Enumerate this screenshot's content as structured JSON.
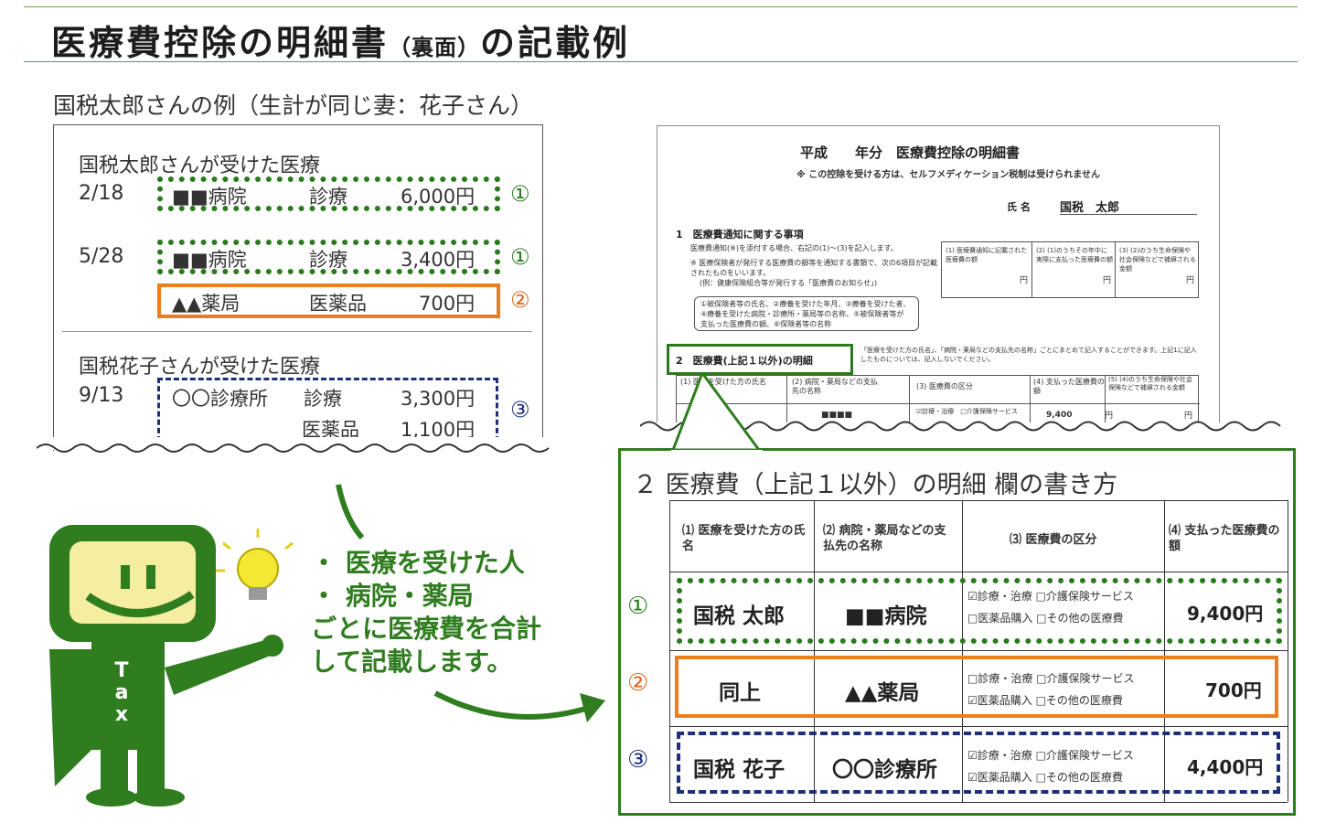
{
  "header": {
    "title_main": "医療費控除の明細書",
    "title_paren": "（裏面）",
    "title_suffix": "の記載例",
    "subtitle": "国税太郎さんの例（生計が同じ妻：花子さん）"
  },
  "example": {
    "taro_heading": "国税太郎さんが受けた医療",
    "hanako_heading": "国税花子さんが受けた医療",
    "rows": [
      {
        "date": "2/18",
        "place": "■■病院",
        "kind": "診療",
        "amount": "6,000円",
        "marker": "①"
      },
      {
        "date": "5/28",
        "place": "■■病院",
        "kind": "診療",
        "amount": "3,400円",
        "marker": "①"
      },
      {
        "date": "",
        "place": "▲▲薬局",
        "kind": "医薬品",
        "amount": "700円",
        "marker": "②"
      },
      {
        "date": "9/13",
        "place": "〇〇診療所",
        "kind": "診療",
        "amount": "3,300円",
        "marker": "③"
      },
      {
        "date": "",
        "place": "",
        "kind": "医薬品",
        "amount": "1,100円",
        "marker": ""
      }
    ]
  },
  "mascot": {
    "label": "Tax",
    "bullets": [
      "・ 医療を受けた人",
      "・ 病院・薬局"
    ],
    "lines": [
      "ごとに医療費を合計",
      "して記載します。"
    ]
  },
  "form": {
    "title": "平成　　年分　医療費控除の明細書",
    "note": "※ この控除を受ける方は、セルフメディケーション税制は受けられません",
    "name_label": "氏 名",
    "name_value": "国税　太郎",
    "sec1": "1　医療費通知に関する事項",
    "sec1_text1": "医療費通知(※)を添付する場合、右記の(1)～(3)を記入します。",
    "sec1_text2": "※ 医療保険者が発行する医療費の額等を通知する書類で、次の6項目が記載されたものをいいます。",
    "sec1_text3": "(例：健康保険組合等が発行する「医療費のお知らせ」)",
    "sec1_items": [
      "①被保険者等の氏名、②療養を受けた年月、③療養を受けた者、",
      "④療養を受けた病院・診療所・薬局等の名称、⑤被保険者等が",
      "支払った医療費の額、⑥保険者等の名称"
    ],
    "sec1_cols": [
      "(1) 医療費通知に記載された医療費の額",
      "(2) (1)のうちその年中に実際に支払った医療費の額",
      "(3) (2)のうち生命保険や社会保険などで補塡される金額"
    ],
    "yen": "円",
    "sec2": "2　医療費(上記１以外)の明細",
    "sec2_note": "「医療を受けた方の氏名」、「病院・薬局などの支払先の名称」ごとにまとめて記入することができます。上記1に記入したものについては、記入しないでください。",
    "sec2_cols": [
      "(1) 医療を受けた方の氏名",
      "(2) 病院・薬局などの支払先の名称",
      "(3) 医療費の区分",
      "(4) 支払った医療費の額",
      "(5) (4)のうち生命保険や社会保険などで補塡される金額"
    ],
    "sec2_sub": "☑診療・治療　□介護保険サービス",
    "sec2_partial_amt": "9,400",
    "sec2_partial_place": "■■■■"
  },
  "panel": {
    "title": "２ 医療費（上記１以外）の明細 欄の書き方",
    "headers": [
      "⑴ 医療を受けた方の氏名",
      "⑵ 病院・薬局などの支払先の名称",
      "⑶ 医療費の区分",
      "⑷ 支払った医療費の額"
    ],
    "rows": [
      {
        "marker": "①",
        "name": "国税 太郎",
        "place": "■■病院",
        "kubun1": "☑診療・治療 □介護保険サービス",
        "kubun2": "□医薬品購入 □その他の医療費",
        "amount": "9,400円"
      },
      {
        "marker": "②",
        "name": "同上",
        "place": "▲▲薬局",
        "kubun1": "□診療・治療 □介護保険サービス",
        "kubun2": "☑医薬品購入 □その他の医療費",
        "amount": "700円"
      },
      {
        "marker": "③",
        "name": "国税 花子",
        "place": "〇〇診療所",
        "kubun1": "☑診療・治療 □介護保険サービス",
        "kubun2": "☑医薬品購入 □その他の医療費",
        "amount": "4,400円"
      }
    ]
  },
  "colors": {
    "green": "#2a7a1e",
    "orange": "#f07d1c",
    "navy": "#1d2f7a"
  }
}
